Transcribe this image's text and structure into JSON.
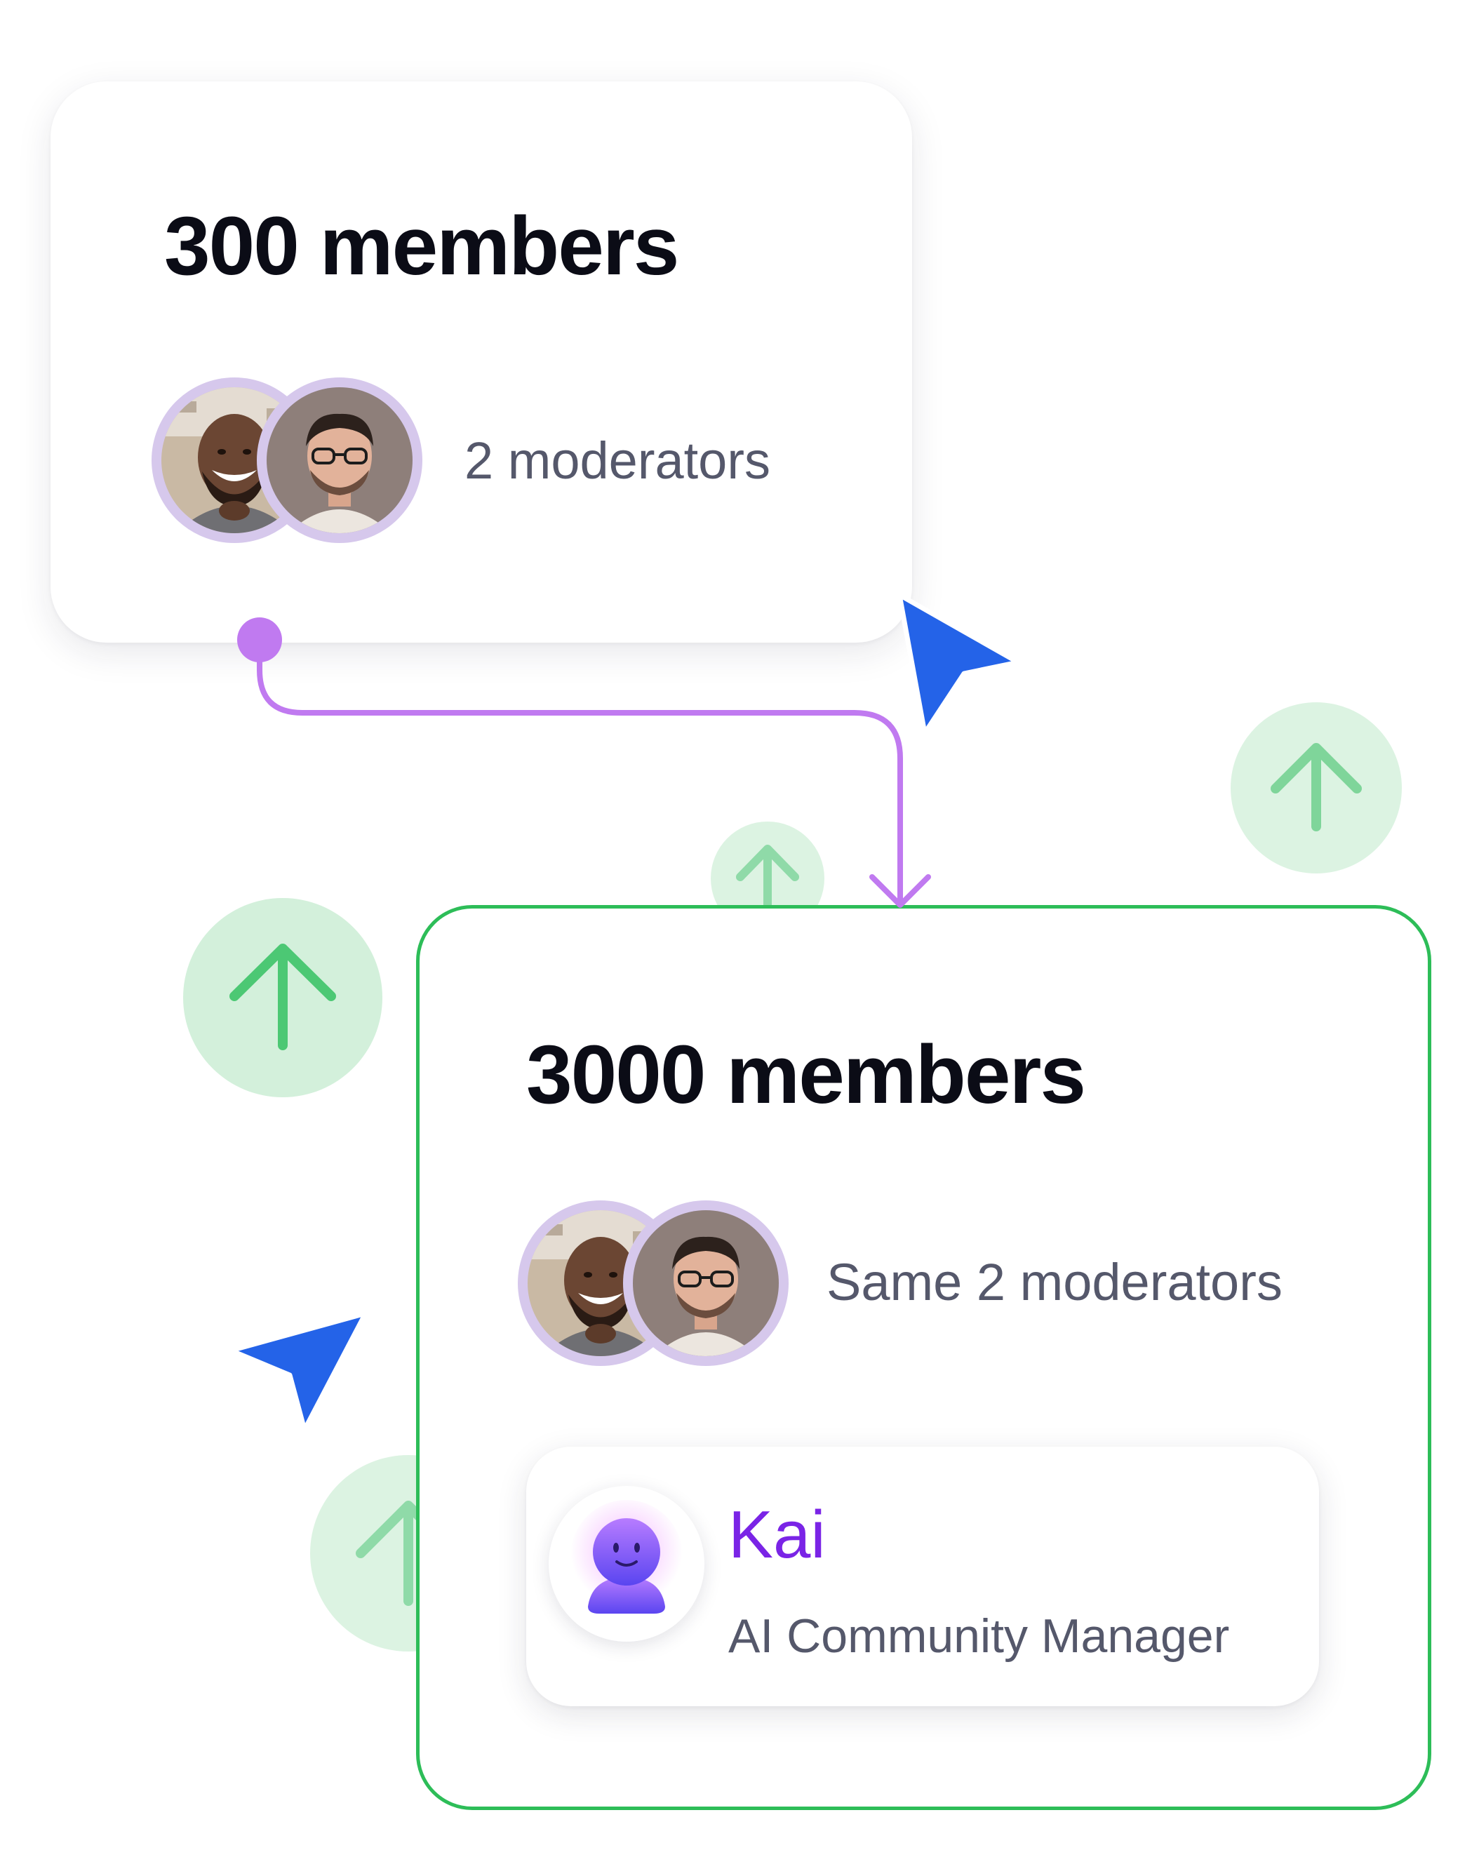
{
  "cards": [
    {
      "title": "300 members",
      "moderators_text": "2 moderators"
    },
    {
      "title": "3000 members",
      "moderators_text": "Same 2 moderators"
    }
  ],
  "kai": {
    "name": "Kai",
    "role": "AI Community Manager"
  },
  "colors": {
    "connector": "#c07af0",
    "cursor": "#2463e8",
    "up_arrow": "#4cc874",
    "up_circle": "#d6f2dd",
    "highlight_border": "#2dbd58",
    "kai_name": "#7a24e6"
  },
  "icons": [
    "up-arrow-icon",
    "cursor-icon",
    "kai-bot-icon",
    "avatar-man-beard",
    "avatar-man-glasses"
  ]
}
